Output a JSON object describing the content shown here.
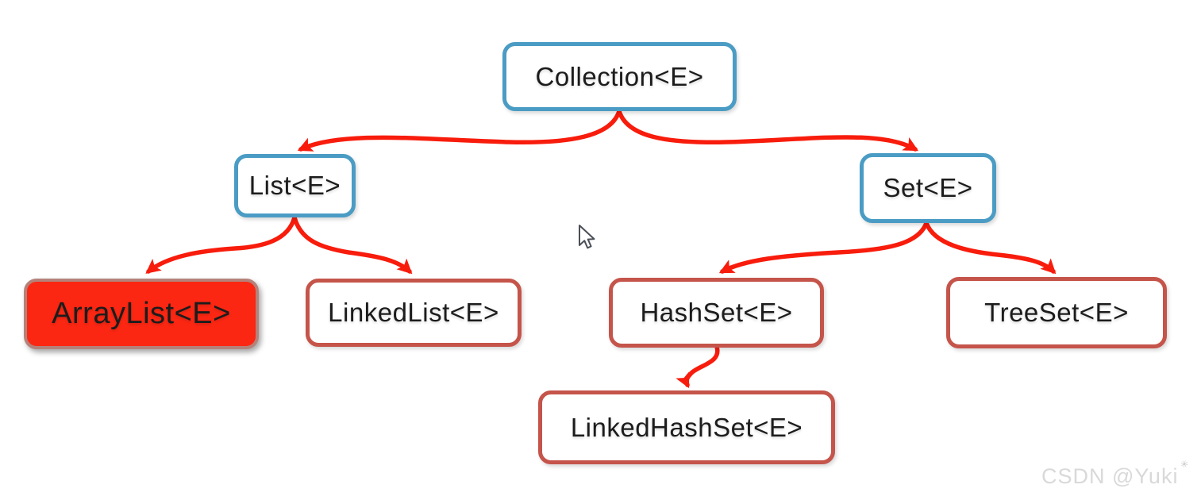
{
  "diagram": {
    "description": "Java Collection framework hierarchy",
    "nodes": [
      {
        "id": "collection",
        "label": "Collection<E>",
        "style": "blue-outline"
      },
      {
        "id": "list",
        "label": "List<E>",
        "style": "blue-outline"
      },
      {
        "id": "set",
        "label": "Set<E>",
        "style": "blue-outline"
      },
      {
        "id": "arraylist",
        "label": "ArrayList<E>",
        "style": "red-filled-highlight"
      },
      {
        "id": "linkedlist",
        "label": "LinkedList<E>",
        "style": "red-outline"
      },
      {
        "id": "hashset",
        "label": "HashSet<E>",
        "style": "red-outline"
      },
      {
        "id": "treeset",
        "label": "TreeSet<E>",
        "style": "red-outline"
      },
      {
        "id": "linkedhashset",
        "label": "LinkedHashSet<E>",
        "style": "red-outline"
      }
    ],
    "edges": [
      {
        "from": "Collection<E>",
        "to": "List<E>"
      },
      {
        "from": "Collection<E>",
        "to": "Set<E>"
      },
      {
        "from": "List<E>",
        "to": "ArrayList<E>"
      },
      {
        "from": "List<E>",
        "to": "LinkedList<E>"
      },
      {
        "from": "Set<E>",
        "to": "HashSet<E>"
      },
      {
        "from": "Set<E>",
        "to": "TreeSet<E>"
      },
      {
        "from": "HashSet<E>",
        "to": "LinkedHashSet<E>"
      }
    ]
  },
  "watermark": {
    "text": "CSDN @Yuki",
    "mark": "✳"
  },
  "colors": {
    "node_blue_border": "#4a9cc4",
    "node_red_border": "#c5544a",
    "highlight_fill": "#fb2713",
    "highlight_border": "#b5827a",
    "arrow": "#f81c0c",
    "text": "#1c1c1c",
    "watermark": "#d9d9d9"
  }
}
